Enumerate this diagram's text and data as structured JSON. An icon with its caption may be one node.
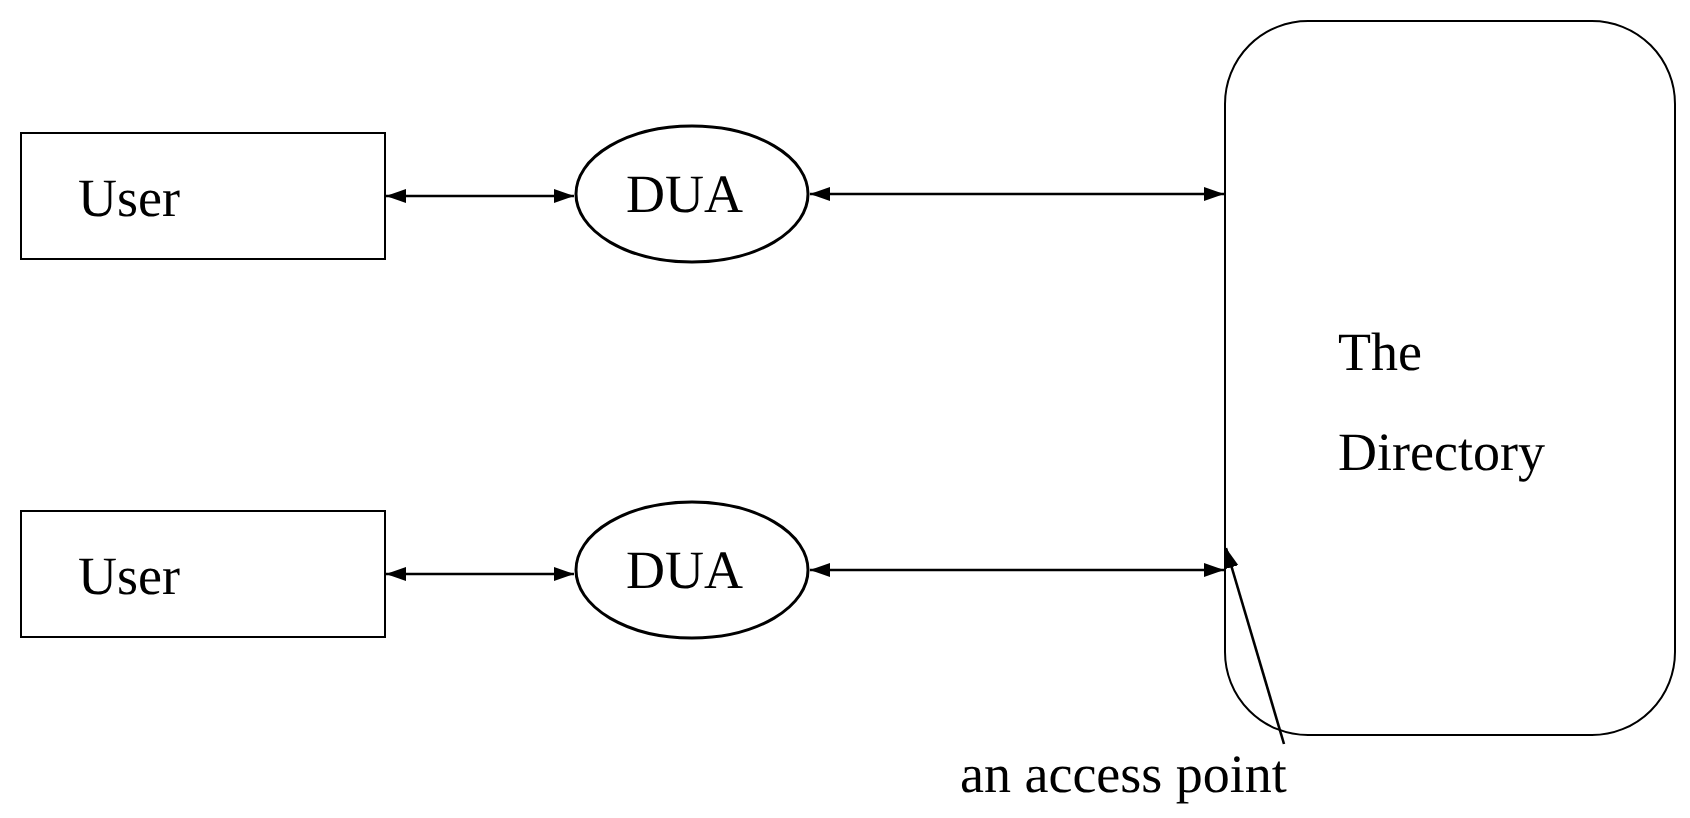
{
  "diagram": {
    "nodes": [
      {
        "text": [
          "User"
        ]
      },
      {
        "text": [
          "DUA"
        ]
      },
      {
        "text": [
          "The Directory"
        ]
      },
      {
        "text": [
          "User"
        ]
      },
      {
        "text": [
          "DUA"
        ]
      },
      {
        "text": [
          "an access point"
        ]
      }
    ],
    "edges": [
      {
        "from": 0,
        "to": 1,
        "arrow": "both"
      },
      {
        "from": 1,
        "to": 2,
        "arrow": "both"
      },
      {
        "from": 3,
        "to": 4,
        "arrow": "both"
      },
      {
        "from": 4,
        "to": 2,
        "arrow": "both"
      },
      {
        "from": 5,
        "to": 2,
        "arrow": "to"
      }
    ]
  }
}
